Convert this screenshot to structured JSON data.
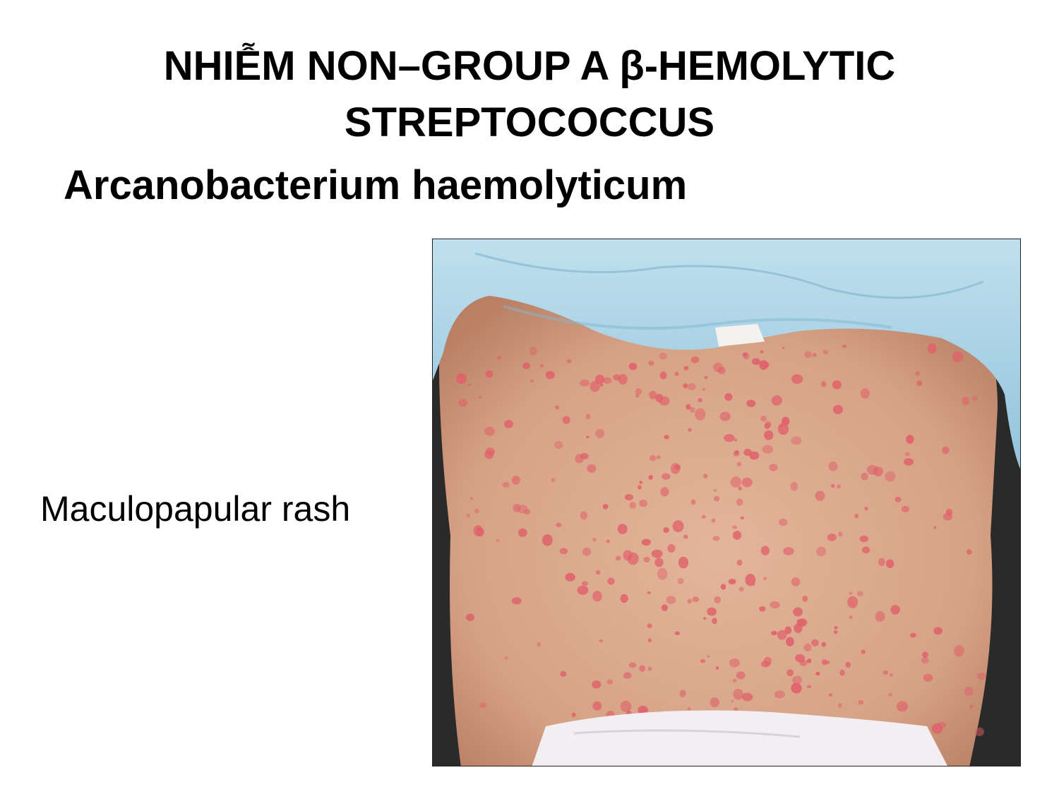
{
  "slide": {
    "title_line1": "NHIỄM NON–GROUP A β-HEMOLYTIC",
    "title_line2": "STREPTOCOCCUS",
    "subtitle": "Arcanobacterium haemolyticum",
    "caption": "Maculopapular rash"
  },
  "photo": {
    "subject": "maculopapular-rash-photo",
    "colors": {
      "skin": "#d9a88c",
      "rash": "#e0606a",
      "cloth": "#a9d2e6",
      "shadow": "#2a2a2a",
      "diaper": "#f2eef2"
    }
  }
}
